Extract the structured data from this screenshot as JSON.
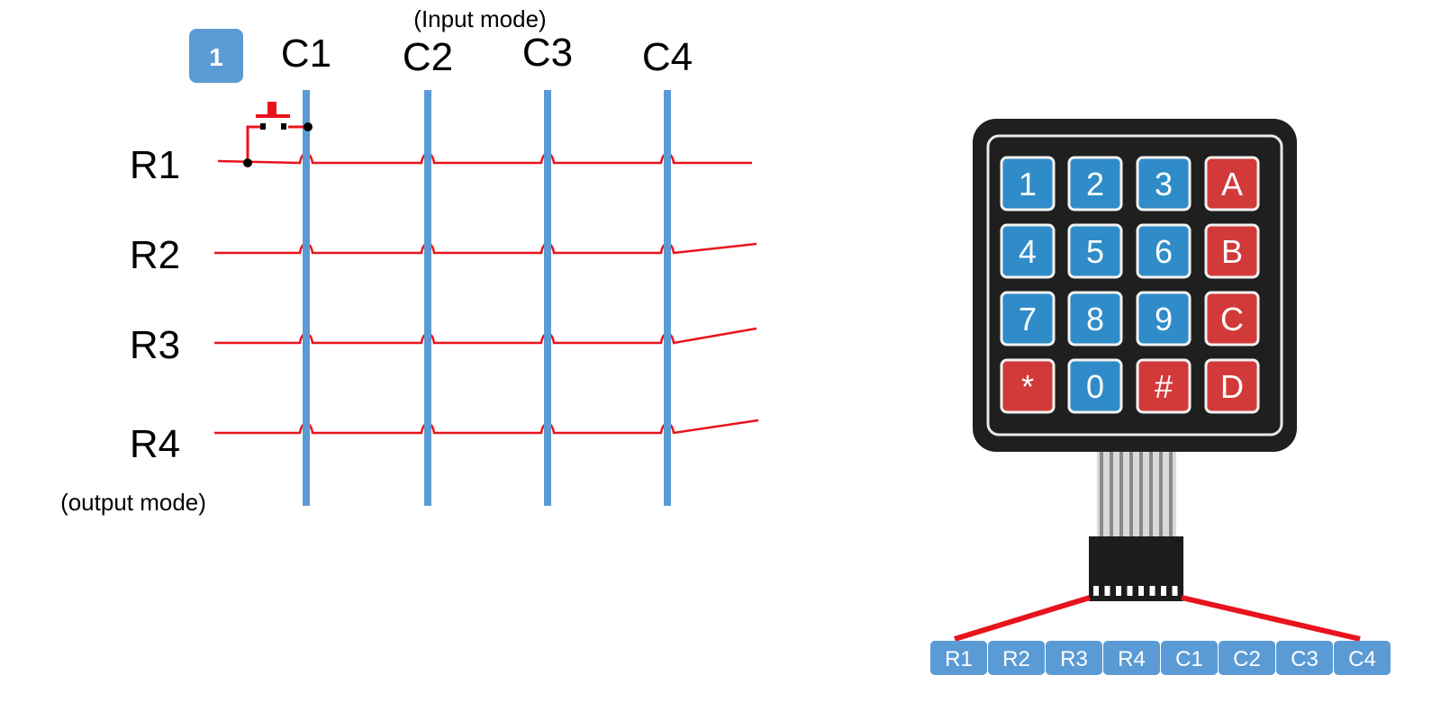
{
  "step_badge": "1",
  "matrix": {
    "input_mode_label": "(Input mode)",
    "output_mode_label": "(output mode)",
    "columns": [
      "C1",
      "C2",
      "C3",
      "C4"
    ],
    "rows": [
      "R1",
      "R2",
      "R3",
      "R4"
    ]
  },
  "keypad": {
    "keys": [
      [
        {
          "label": "1",
          "kind": "digit"
        },
        {
          "label": "2",
          "kind": "digit"
        },
        {
          "label": "3",
          "kind": "digit"
        },
        {
          "label": "A",
          "kind": "letter"
        }
      ],
      [
        {
          "label": "4",
          "kind": "digit"
        },
        {
          "label": "5",
          "kind": "digit"
        },
        {
          "label": "6",
          "kind": "digit"
        },
        {
          "label": "B",
          "kind": "letter"
        }
      ],
      [
        {
          "label": "7",
          "kind": "digit"
        },
        {
          "label": "8",
          "kind": "digit"
        },
        {
          "label": "9",
          "kind": "digit"
        },
        {
          "label": "C",
          "kind": "letter"
        }
      ],
      [
        {
          "label": "*",
          "kind": "symbol"
        },
        {
          "label": "0",
          "kind": "digit"
        },
        {
          "label": "#",
          "kind": "symbol"
        },
        {
          "label": "D",
          "kind": "letter"
        }
      ]
    ],
    "pins": [
      "R1",
      "R2",
      "R3",
      "R4",
      "C1",
      "C2",
      "C3",
      "C4"
    ]
  },
  "colors": {
    "column_wire": "#5b9bd5",
    "row_wire": "#e8141c",
    "badge": "#5b9bd5",
    "key_blue": "#2f8cc8",
    "key_red": "#d23a3a",
    "keypad_body": "#1f1f1f",
    "pin_box": "#5b9bd5"
  }
}
